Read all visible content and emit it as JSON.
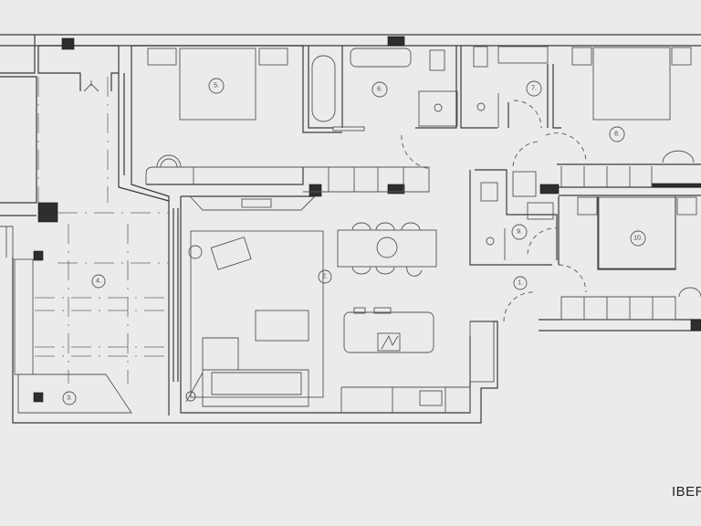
{
  "plan": {
    "rooms": [
      {
        "id": "1",
        "label": "1."
      },
      {
        "id": "2",
        "label": "2."
      },
      {
        "id": "3",
        "label": "3."
      },
      {
        "id": "4",
        "label": "4."
      },
      {
        "id": "5",
        "label": "5."
      },
      {
        "id": "6",
        "label": "6."
      },
      {
        "id": "7",
        "label": "7."
      },
      {
        "id": "8",
        "label": "8."
      },
      {
        "id": "9",
        "label": "9."
      },
      {
        "id": "10",
        "label": "10."
      }
    ],
    "colors": {
      "background": "#ebebea",
      "lines": "#3a3a3a",
      "columns": "#2e2e2e"
    }
  },
  "brand": {
    "text": "IBER"
  }
}
